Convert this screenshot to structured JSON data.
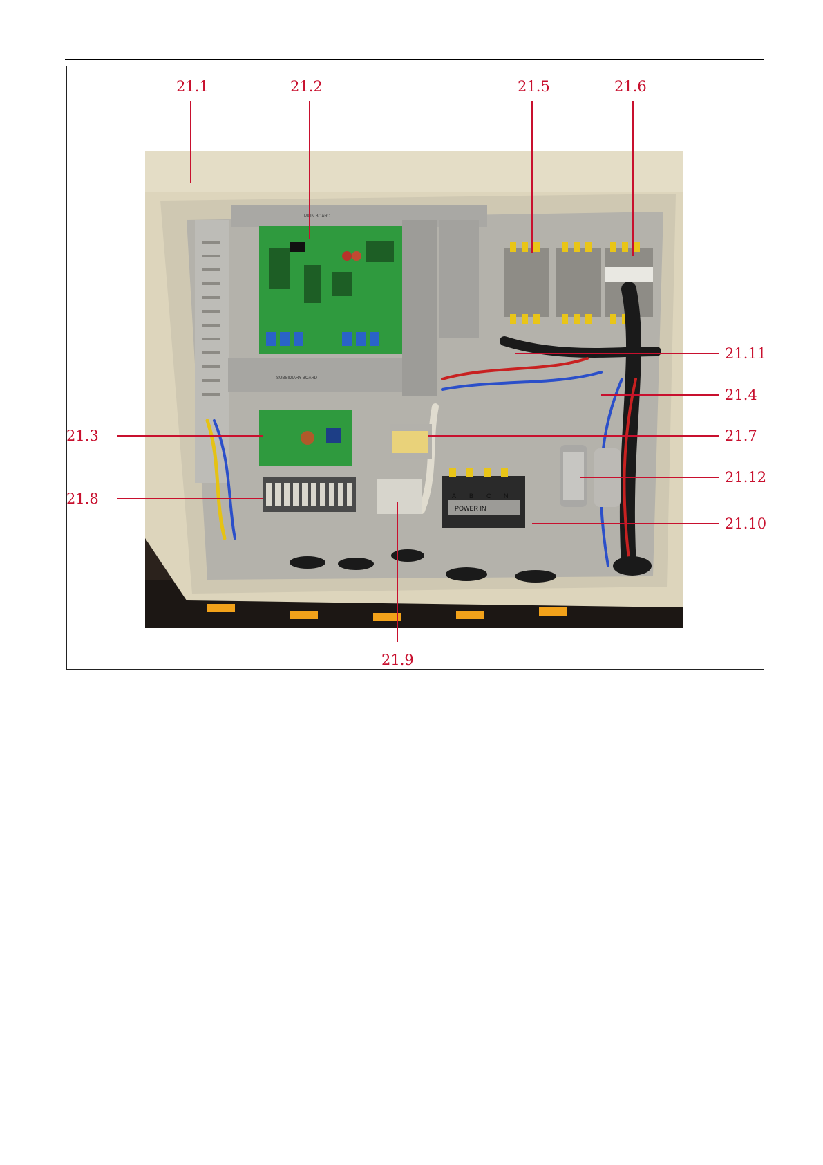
{
  "figure": {
    "callouts": {
      "c_21_1": "21.1",
      "c_21_2": "21.2",
      "c_21_5": "21.5",
      "c_21_6": "21.6",
      "c_21_11": "21.11",
      "c_21_4": "21.4",
      "c_21_3": "21.3",
      "c_21_7": "21.7",
      "c_21_12": "21.12",
      "c_21_8": "21.8",
      "c_21_10": "21.10",
      "c_21_9": "21.9"
    },
    "photo_labels": {
      "main_board": "MAIN BOARD",
      "subsidiary_board": "SUBSIDIARY BOARD",
      "power_in": "POWER IN",
      "terminal_letters": [
        "A",
        "B",
        "C",
        "N"
      ]
    },
    "colors": {
      "callout": "#c8102e",
      "cabinet": "#e6dfc8",
      "panel": "#b9b9b6",
      "pcb": "#2f9a3e"
    }
  }
}
